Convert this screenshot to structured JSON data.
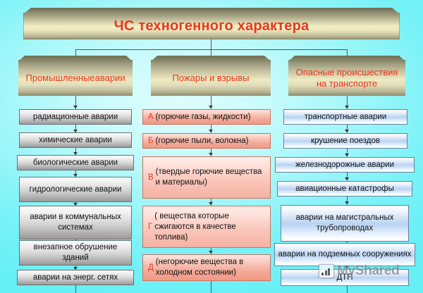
{
  "title": {
    "text": "ЧС техногенного характера",
    "color": "#e8381a"
  },
  "columns": [
    {
      "id": "industrial",
      "header": "Промышленные\nаварии",
      "header_lines": [
        "Промышленные",
        "аварии"
      ],
      "style": "gray",
      "items": [
        {
          "text": "радиационные аварии"
        },
        {
          "text": "химические аварии"
        },
        {
          "text": "биологические аварии"
        },
        {
          "text": "гидрологические аварии"
        },
        {
          "text": "аварии в коммунальных системах"
        },
        {
          "text": "внезапное обрушение зданий"
        },
        {
          "text": "аварии на энерг. сетях"
        }
      ]
    },
    {
      "id": "fires",
      "header": "Пожары и взрывы",
      "header_lines": [
        "Пожары и взрывы"
      ],
      "style": "pink",
      "items": [
        {
          "letter": "А",
          "text": "(горючие газы, жидкости)"
        },
        {
          "letter": "Б",
          "text": "(горючие пыли, волокна)"
        },
        {
          "letter": "В",
          "text": "(твердые горючие вещества и материалы)"
        },
        {
          "letter": "Г",
          "text": "( вещества которые сжигаются в качестве топлива)"
        },
        {
          "letter": "Д",
          "text": "(негорючие вещества в холодном состоянии)"
        }
      ]
    },
    {
      "id": "transport",
      "header": "Опасные происшествия на транспорте",
      "header_lines": [
        "Опасные",
        "происшествия",
        "на транспорте"
      ],
      "style": "blue",
      "items": [
        {
          "text": "транспортные аварии"
        },
        {
          "text": "крушение поездов"
        },
        {
          "text": "железнодорожные аварии"
        },
        {
          "text": "авиационные катастрофы"
        },
        {
          "text": "аварии на магистральных трубопроводах"
        },
        {
          "text": "аварии на подземных сооружениях"
        },
        {
          "text": "ДТП"
        }
      ]
    }
  ],
  "watermark": {
    "text": "MyShared",
    "icon": "bar-chart-icon"
  }
}
